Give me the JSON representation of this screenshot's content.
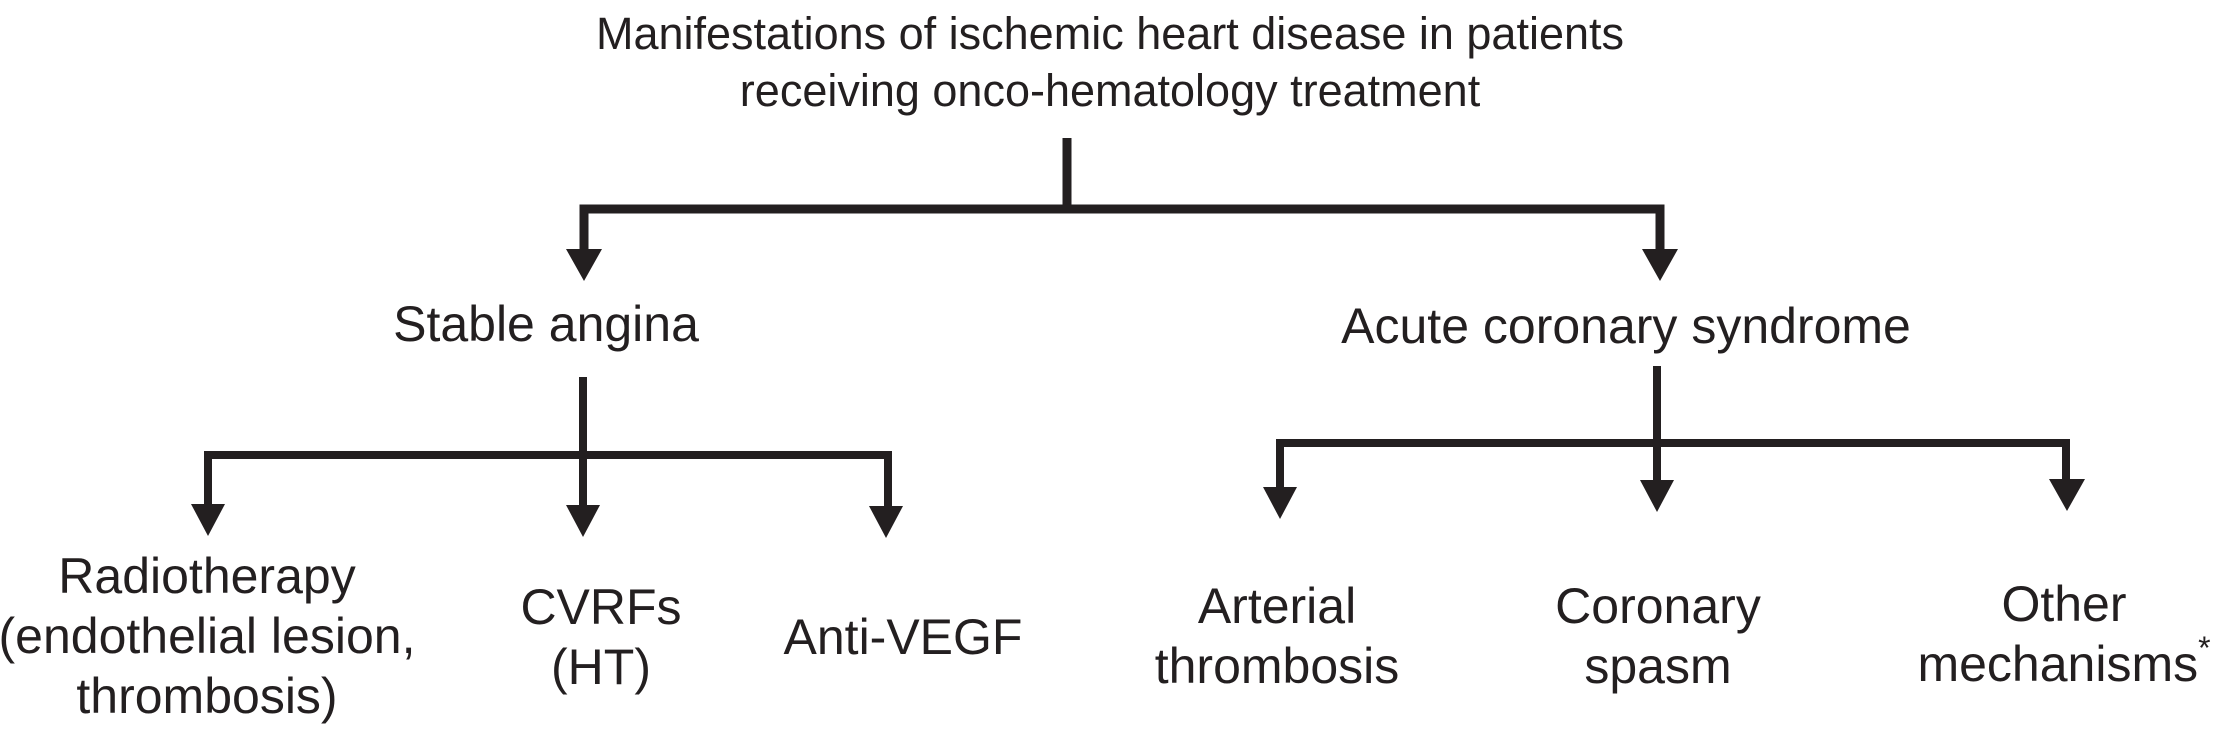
{
  "figure": {
    "background": "#ffffff",
    "ink_color": "#231f20",
    "title": {
      "lines": [
        "Manifestations of ischemic heart disease in patients",
        "receiving onco-hematology treatment"
      ]
    },
    "tree": {
      "branches": [
        {
          "label": "Stable angina",
          "children": [
            {
              "lines": [
                "Radiotherapy",
                "(endothelial lesion,",
                "thrombosis)"
              ]
            },
            {
              "lines": [
                "CVRFs",
                "(HT)"
              ]
            },
            {
              "lines": [
                "Anti-VEGF"
              ]
            }
          ]
        },
        {
          "label": "Acute coronary syndrome",
          "children": [
            {
              "lines": [
                "Arterial",
                "thrombosis"
              ]
            },
            {
              "lines": [
                "Coronary",
                "spasm"
              ]
            },
            {
              "lines": [
                "Other",
                "mechanisms"
              ],
              "superscript": "*"
            }
          ]
        }
      ]
    }
  }
}
